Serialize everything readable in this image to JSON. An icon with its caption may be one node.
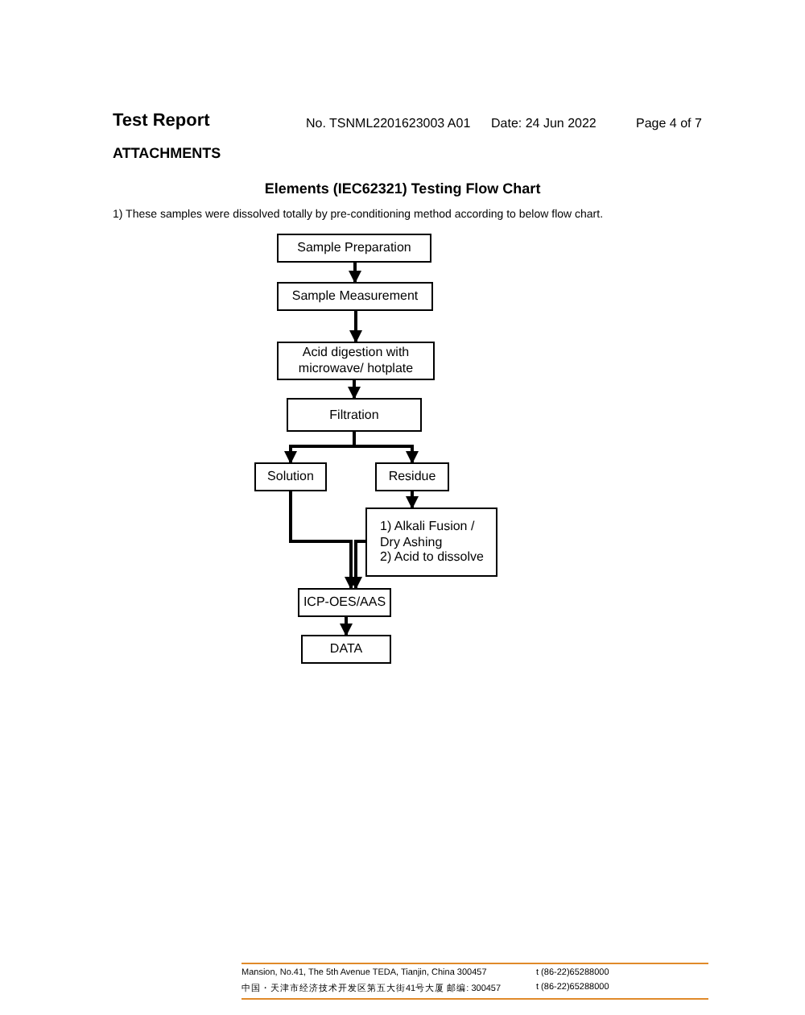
{
  "diagram": {
    "title": "Elements (IEC62321) Testing Flow Chart",
    "nodes": [
      {
        "text": [
          "Sample Preparation"
        ]
      },
      {
        "text": [
          "Sample Measurement"
        ]
      },
      {
        "text": [
          "Acid digestion with microwave/ hotplate"
        ]
      },
      {
        "text": [
          "Filtration"
        ]
      },
      {
        "text": [
          "Solution"
        ]
      },
      {
        "text": [
          "Residue"
        ]
      },
      {
        "text": [
          "1) Alkali Fusion / Dry Ashing",
          "2) Acid to dissolve"
        ]
      },
      {
        "text": [
          "ICP-OES/AAS"
        ]
      },
      {
        "text": [
          "DATA"
        ]
      }
    ],
    "edges": [
      {
        "from": 0,
        "to": 1,
        "arrow": "to"
      },
      {
        "from": 1,
        "to": 2,
        "arrow": "to"
      },
      {
        "from": 2,
        "to": 3,
        "arrow": "to"
      },
      {
        "from": 3,
        "to": 4,
        "arrow": "to"
      },
      {
        "from": 3,
        "to": 5,
        "arrow": "to"
      },
      {
        "from": 5,
        "to": 6,
        "arrow": "to"
      },
      {
        "from": 4,
        "to": 7,
        "arrow": "to"
      },
      {
        "from": 6,
        "to": 7,
        "arrow": "to"
      },
      {
        "from": 7,
        "to": 8,
        "arrow": "to"
      }
    ],
    "labels": [
      "Test Report",
      "No. TSNML2201623003  A01",
      "Date: 24 Jun 2022",
      "Page 4 of 7",
      "ATTACHMENTS",
      "1) These samples were dissolved totally by pre-conditioning method according to below flow chart.",
      "Mansion, No.41, The 5th Avenue TEDA, Tianjin, China 300457",
      "t (86-22)65288000",
      "中国・天津市经济技术开发区第五大街41号大厦 邮编: 300457",
      "t (86-22)65288000"
    ]
  }
}
